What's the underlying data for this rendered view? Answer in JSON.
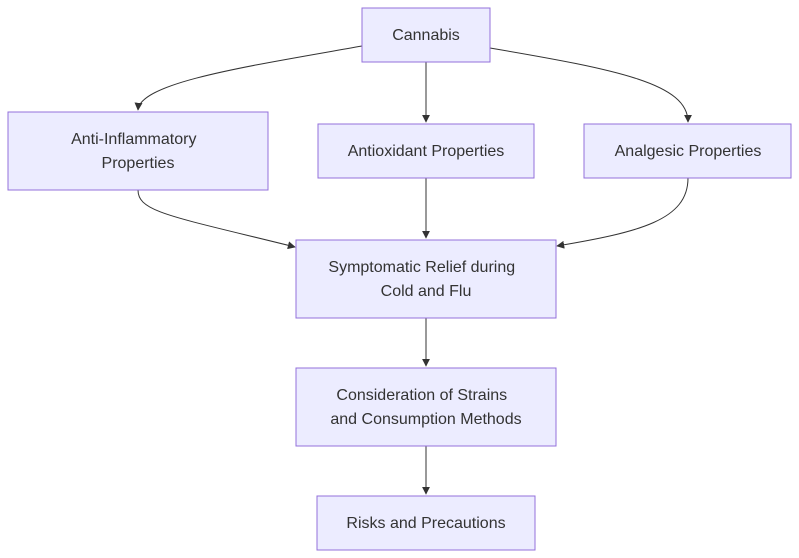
{
  "diagram": {
    "type": "flowchart",
    "nodes": {
      "cannabis": {
        "lines": [
          "Cannabis"
        ]
      },
      "anti_inflammatory": {
        "lines": [
          "Anti-Inflammatory",
          "Properties"
        ]
      },
      "antioxidant": {
        "lines": [
          "Antioxidant Properties"
        ]
      },
      "analgesic": {
        "lines": [
          "Analgesic Properties"
        ]
      },
      "symptomatic_relief": {
        "lines": [
          "Symptomatic Relief during",
          "Cold and Flu"
        ]
      },
      "strains_consumption": {
        "lines": [
          "Consideration of Strains",
          "and Consumption Methods"
        ]
      },
      "risks": {
        "lines": [
          "Risks and Precautions"
        ]
      }
    },
    "edges": [
      {
        "from": "Cannabis",
        "to": "Anti-Inflammatory Properties"
      },
      {
        "from": "Cannabis",
        "to": "Antioxidant Properties"
      },
      {
        "from": "Cannabis",
        "to": "Analgesic Properties"
      },
      {
        "from": "Anti-Inflammatory Properties",
        "to": "Symptomatic Relief during Cold and Flu"
      },
      {
        "from": "Antioxidant Properties",
        "to": "Symptomatic Relief during Cold and Flu"
      },
      {
        "from": "Analgesic Properties",
        "to": "Symptomatic Relief during Cold and Flu"
      },
      {
        "from": "Symptomatic Relief during Cold and Flu",
        "to": "Consideration of Strains and Consumption Methods"
      },
      {
        "from": "Consideration of Strains and Consumption Methods",
        "to": "Risks and Precautions"
      }
    ],
    "colors": {
      "node_fill": "#ECECFF",
      "node_stroke": "#9370DB",
      "edge": "#333333",
      "text": "#333333"
    }
  }
}
